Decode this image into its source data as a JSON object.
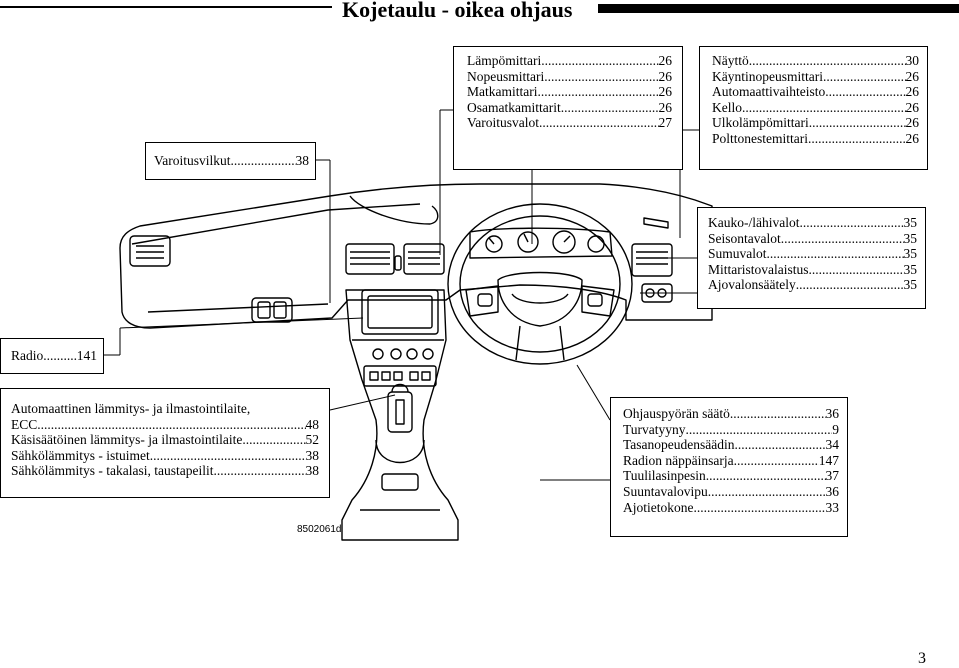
{
  "header": {
    "title": "Kojetaulu - oikea ohjaus"
  },
  "boxes": {
    "warning": [
      {
        "label": "Varoitusvilkut",
        "page": "38"
      }
    ],
    "gauges": [
      {
        "label": "Lämpömittari",
        "page": "26"
      },
      {
        "label": "Nopeusmittari",
        "page": "26"
      },
      {
        "label": "Matkamittari",
        "page": "26"
      },
      {
        "label": "Osamatkamittarit",
        "page": "26"
      },
      {
        "label": "Varoitusvalot",
        "page": "27"
      }
    ],
    "display": [
      {
        "label": "Näyttö",
        "page": "30"
      },
      {
        "label": "Käyntinopeusmittari",
        "page": "26"
      },
      {
        "label": "Automaattivaihteisto",
        "page": "26"
      },
      {
        "label": "Kello",
        "page": "26"
      },
      {
        "label": "Ulkolämpömittari",
        "page": "26"
      },
      {
        "label": "Polttonestemittari",
        "page": "26"
      }
    ],
    "lights": [
      {
        "label": "Kauko-/lähivalot",
        "page": "35"
      },
      {
        "label": "Seisontavalot",
        "page": "35"
      },
      {
        "label": "Sumuvalot",
        "page": "35"
      },
      {
        "label": "Mittaristovalaistus",
        "page": "35"
      },
      {
        "label": "Ajovalonsäätely",
        "page": "35"
      }
    ],
    "radio": [
      {
        "label": "Radio",
        "page": "141"
      }
    ],
    "climate": {
      "intro": "Automaattinen lämmitys- ja ilmastointilaite,",
      "items": [
        {
          "label": "ECC",
          "page": "48"
        },
        {
          "label": "Käsisäätöinen lämmitys- ja ilmastointilaite",
          "page": "52"
        },
        {
          "label": "Sähkölämmitys - istuimet",
          "page": "38"
        },
        {
          "label": "Sähkölämmitys - takalasi, taustapeilit",
          "page": "38"
        }
      ]
    },
    "steering": [
      {
        "label": "Ohjauspyörän säätö",
        "page": "36"
      },
      {
        "label": "Turvatyyny",
        "page": "9"
      },
      {
        "label": "Tasanopeudensäädin",
        "page": "34"
      },
      {
        "label": "Radion näppäinsarja",
        "page": "147"
      },
      {
        "label": "Tuulilasinpesin",
        "page": "37"
      },
      {
        "label": "Suuntavalovipu",
        "page": "36"
      },
      {
        "label": "Ajotietokone",
        "page": "33"
      }
    ]
  },
  "figure": {
    "code": "8502061d"
  },
  "footer": {
    "page_number": "3"
  }
}
